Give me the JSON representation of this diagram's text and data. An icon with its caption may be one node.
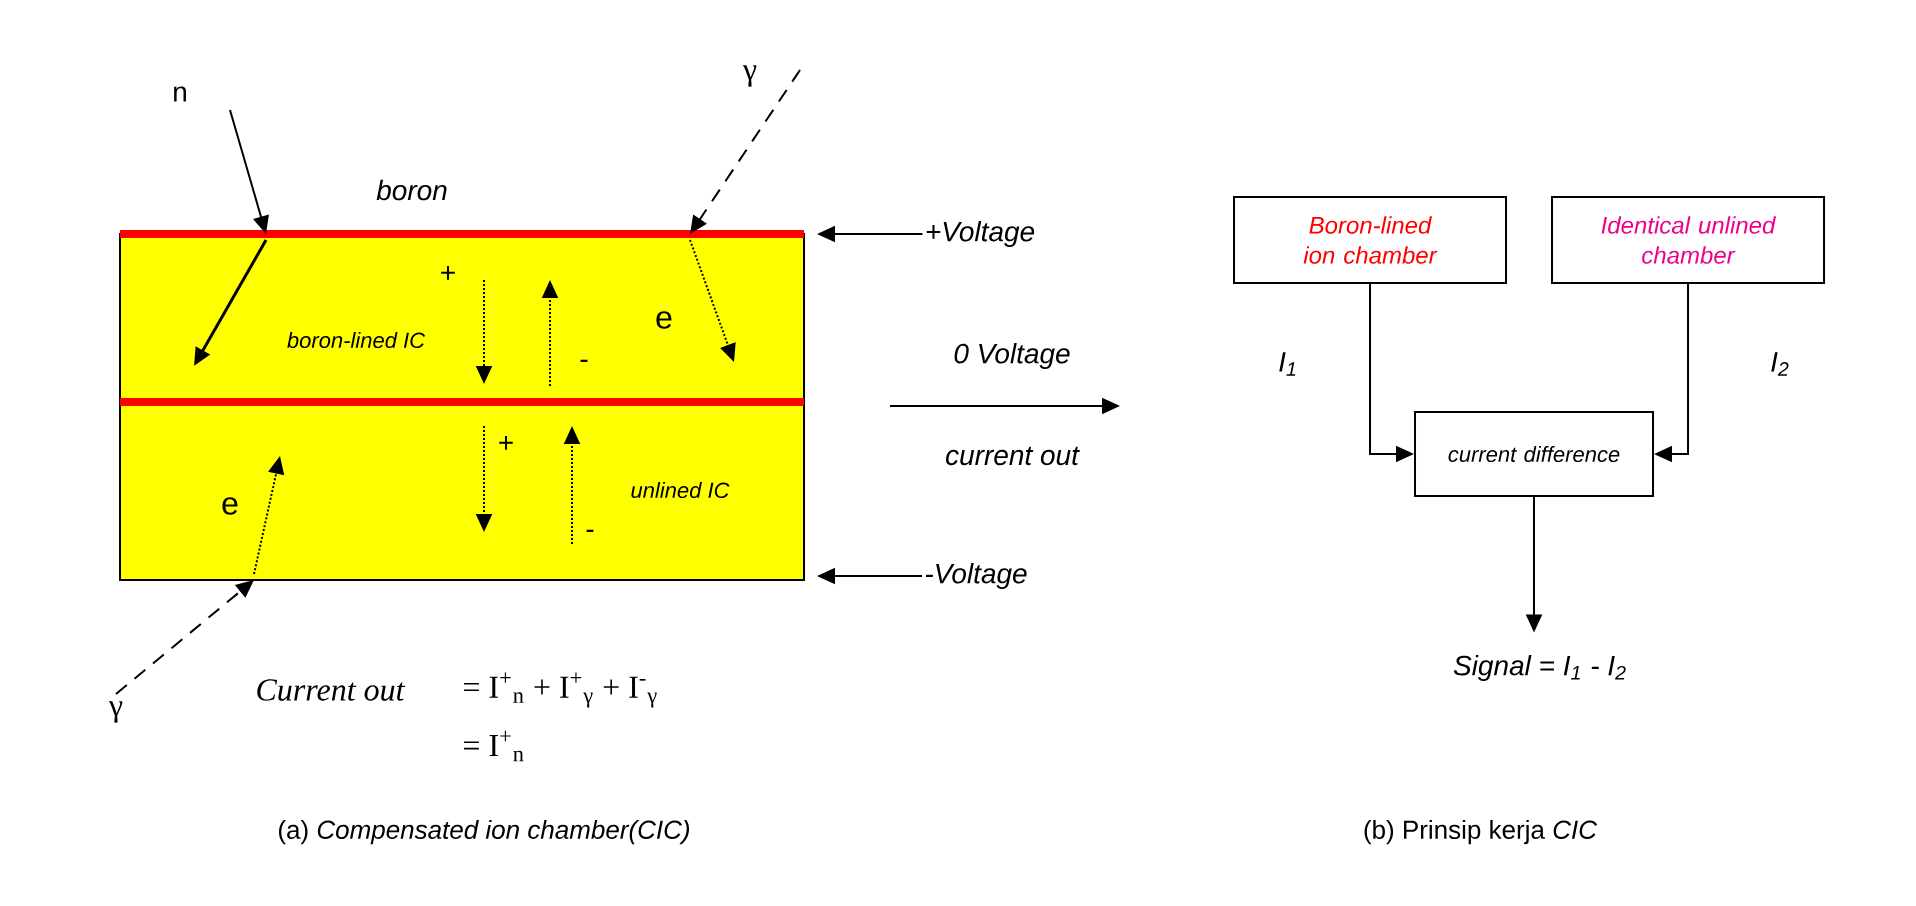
{
  "diagram": {
    "nodes": [
      {
        "text": [
          "boron-lined IC"
        ]
      },
      {
        "text": [
          "unlined IC"
        ]
      },
      {
        "text": [
          "+Voltage"
        ]
      },
      {
        "text": [
          "-Voltage"
        ]
      },
      {
        "text": [
          "Boron-lined ion chamber"
        ]
      },
      {
        "text": [
          "Identical unlined chamber"
        ]
      },
      {
        "text": [
          "current difference"
        ]
      },
      {
        "text": [
          "Signal = I$_{1}$ - I$_{2}$"
        ]
      }
    ],
    "edges": [
      {
        "from": 2,
        "to": 0,
        "arrow": "to"
      },
      {
        "from": 3,
        "to": 1,
        "arrow": "to"
      },
      {
        "from": 4,
        "to": 6,
        "arrow": "to",
        "label": "I$_{1}$"
      },
      {
        "from": 5,
        "to": 6,
        "arrow": "to",
        "label": "I$_{2}$"
      },
      {
        "from": 6,
        "to": 7,
        "arrow": "to"
      }
    ],
    "labels": [
      "n",
      "γ",
      "boron",
      "+",
      "-",
      "e",
      "+",
      "-",
      "e",
      "0 Voltage",
      "current out",
      "γ",
      "Current out",
      "= I$^{+}$$_{n}$ + I$^{+}$$_{γ}$ + I$^{-}$$_{γ}$",
      "= I$^{+}$$_{n}$",
      "(a) *Compensated ion chamber(CIC)*",
      "(b) Prinsip kerja *CIC*"
    ]
  }
}
